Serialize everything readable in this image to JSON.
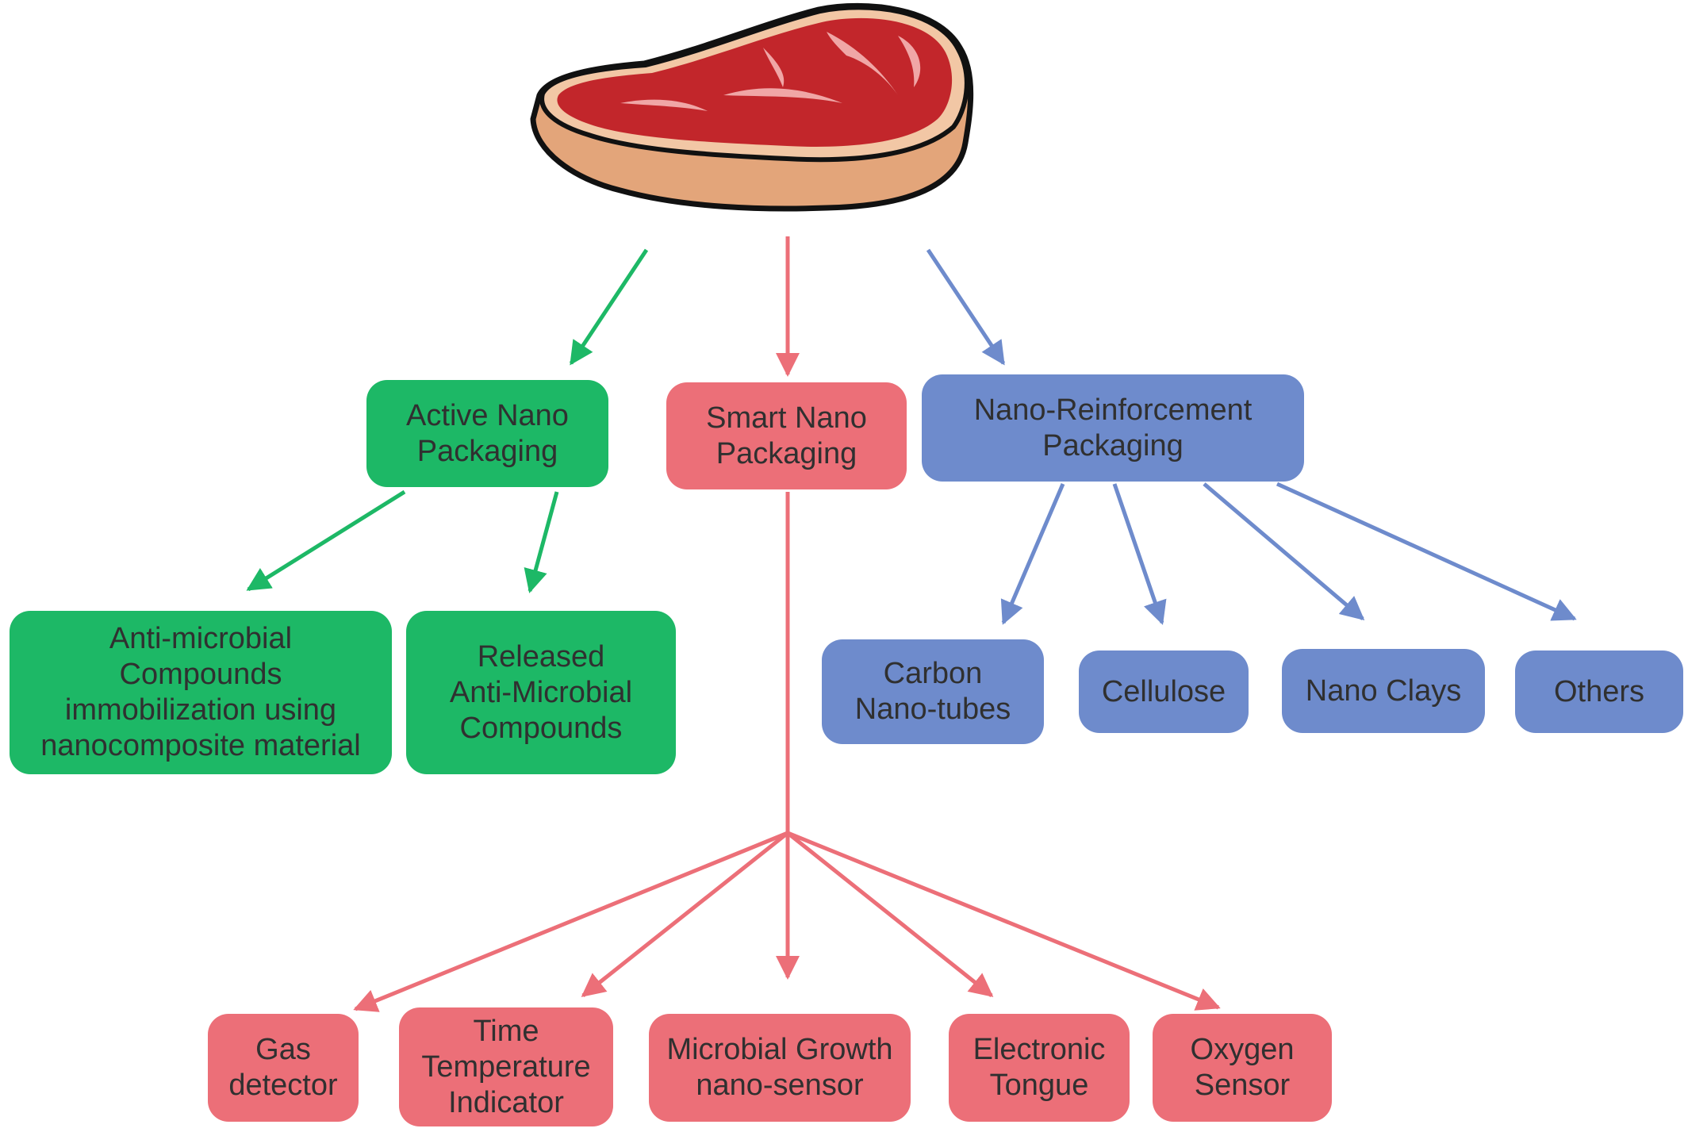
{
  "steak_image": {
    "icon": "steak-icon",
    "colors": {
      "meat": "#c2262b",
      "marbling": "#f0a6a6",
      "fat": "#e3a57a",
      "outline": "#111111"
    }
  },
  "colors": {
    "active": "#1db866",
    "smart": "#ec6f78",
    "reinforcement": "#6e8bcc"
  },
  "branches": {
    "active": {
      "label": "Active Nano\nPackaging",
      "children": [
        "Anti-microbial\nCompounds\nimmobilization using\nnanocomposite material",
        "Released\nAnti-Microbial\nCompounds"
      ]
    },
    "smart": {
      "label": "Smart Nano\nPackaging",
      "children": [
        "Gas\ndetector",
        "Time\nTemperature\nIndicator",
        "Microbial Growth\nnano-sensor",
        "Electronic\nTongue",
        "Oxygen\nSensor"
      ]
    },
    "reinforcement": {
      "label": "Nano-Reinforcement\nPackaging",
      "children": [
        "Carbon\nNano-tubes",
        "Cellulose",
        "Nano Clays",
        "Others"
      ]
    }
  }
}
